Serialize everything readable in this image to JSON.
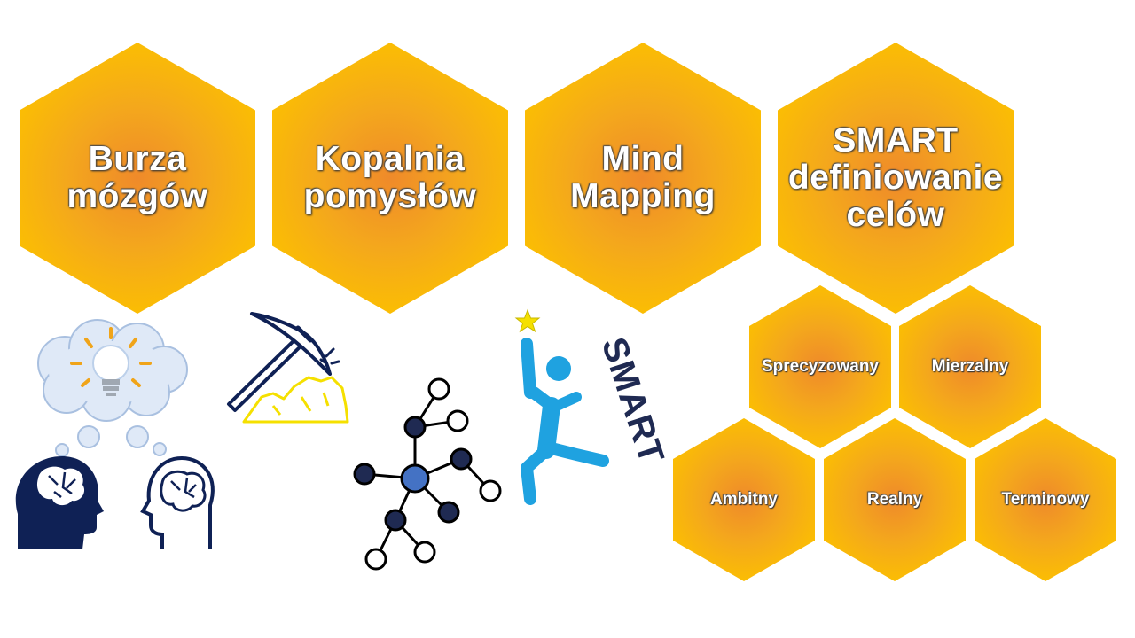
{
  "big_hexagons": [
    {
      "label": "Burza\nmózgów"
    },
    {
      "label": "Kopalnia\npomysłów"
    },
    {
      "label": "Mind\nMapping"
    },
    {
      "label": "SMART\ndefiniowanie\ncelów"
    }
  ],
  "smart_criteria": [
    {
      "label": "Sprecyzowany"
    },
    {
      "label": "Mierzalny"
    },
    {
      "label": "Ambitny"
    },
    {
      "label": "Realny"
    },
    {
      "label": "Terminowy"
    }
  ],
  "illustrations": {
    "smart_figure_text": "SMART",
    "icons": [
      "brainstorm-icon",
      "pickaxe-mining-icon",
      "mind-map-network-icon",
      "smart-goal-figure-icon"
    ]
  },
  "colors": {
    "hex_center": "#ef8a2a",
    "hex_edge": "#fcc000",
    "navy": "#1f2a52",
    "smart_blue": "#1fa2e0",
    "star_yellow": "#f5e000"
  }
}
